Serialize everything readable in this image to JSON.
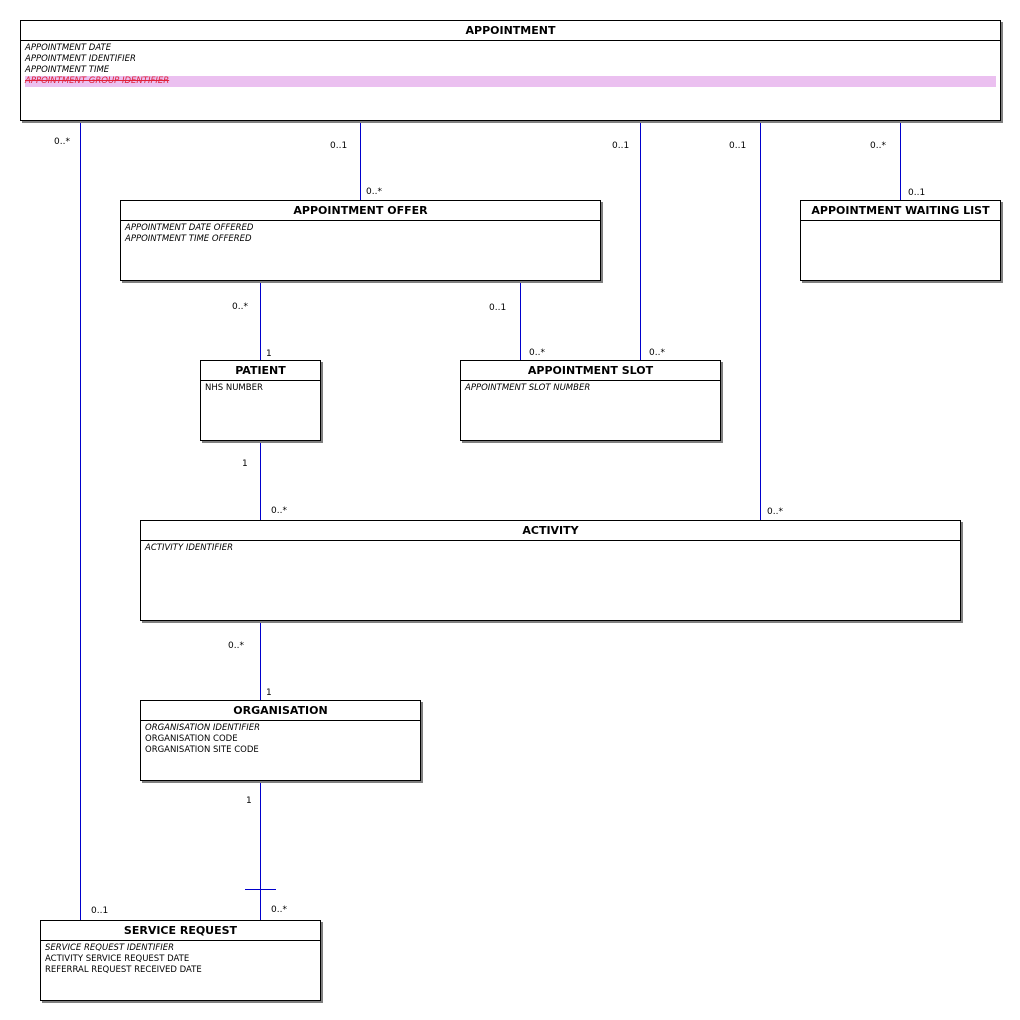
{
  "colors": {
    "connector": "#0000cc",
    "removed_text": "#e0203a",
    "removed_highlight": "#ebc0f0"
  },
  "entities": {
    "appointment": {
      "title": "APPOINTMENT",
      "attributes": [
        {
          "text": "APPOINTMENT DATE",
          "style": "key"
        },
        {
          "text": "APPOINTMENT IDENTIFIER",
          "style": "key"
        },
        {
          "text": "APPOINTMENT TIME",
          "style": "key"
        },
        {
          "text": "APPOINTMENT GROUP IDENTIFIER",
          "style": "removed"
        }
      ]
    },
    "appointment_offer": {
      "title": "APPOINTMENT OFFER",
      "attributes": [
        {
          "text": "APPOINTMENT DATE OFFERED",
          "style": "key"
        },
        {
          "text": "APPOINTMENT TIME OFFERED",
          "style": "key"
        }
      ]
    },
    "appointment_waiting_list": {
      "title": "APPOINTMENT WAITING LIST",
      "attributes": []
    },
    "patient": {
      "title": "PATIENT",
      "attributes": [
        {
          "text": "NHS NUMBER",
          "style": "normal"
        }
      ]
    },
    "appointment_slot": {
      "title": "APPOINTMENT SLOT",
      "attributes": [
        {
          "text": "APPOINTMENT SLOT NUMBER",
          "style": "key"
        }
      ]
    },
    "activity": {
      "title": "ACTIVITY",
      "attributes": [
        {
          "text": "ACTIVITY IDENTIFIER",
          "style": "key"
        }
      ]
    },
    "organisation": {
      "title": "ORGANISATION",
      "attributes": [
        {
          "text": "ORGANISATION IDENTIFIER",
          "style": "key"
        },
        {
          "text": "ORGANISATION CODE",
          "style": "normal"
        },
        {
          "text": "ORGANISATION SITE CODE",
          "style": "normal"
        }
      ]
    },
    "service_request": {
      "title": "SERVICE REQUEST",
      "attributes": [
        {
          "text": "SERVICE REQUEST IDENTIFIER",
          "style": "key"
        },
        {
          "text": "ACTIVITY SERVICE REQUEST DATE",
          "style": "normal"
        },
        {
          "text": "REFERRAL REQUEST RECEIVED DATE",
          "style": "normal"
        }
      ]
    }
  },
  "relationships": [
    {
      "from": "APPOINTMENT",
      "to": "SERVICE REQUEST",
      "from_mult": "0..*",
      "to_mult": "0..1"
    },
    {
      "from": "APPOINTMENT",
      "to": "APPOINTMENT OFFER",
      "from_mult": "0..1",
      "to_mult": "0..*"
    },
    {
      "from": "APPOINTMENT",
      "to": "APPOINTMENT SLOT",
      "from_mult": "0..1",
      "to_mult": "0..*"
    },
    {
      "from": "APPOINTMENT",
      "to": "ACTIVITY",
      "from_mult": "0..1",
      "to_mult": "0..*"
    },
    {
      "from": "APPOINTMENT",
      "to": "APPOINTMENT WAITING LIST",
      "from_mult": "0..*",
      "to_mult": "0..1"
    },
    {
      "from": "APPOINTMENT OFFER",
      "to": "PATIENT",
      "from_mult": "0..*",
      "to_mult": "1"
    },
    {
      "from": "APPOINTMENT OFFER",
      "to": "APPOINTMENT SLOT",
      "from_mult": "0..1",
      "to_mult": "0..*"
    },
    {
      "from": "PATIENT",
      "to": "ACTIVITY",
      "from_mult": "1",
      "to_mult": "0..*"
    },
    {
      "from": "ACTIVITY",
      "to": "ORGANISATION",
      "from_mult": "0..*",
      "to_mult": "1"
    },
    {
      "from": "ORGANISATION",
      "to": "SERVICE REQUEST",
      "from_mult": "1",
      "to_mult": "0..*"
    }
  ]
}
